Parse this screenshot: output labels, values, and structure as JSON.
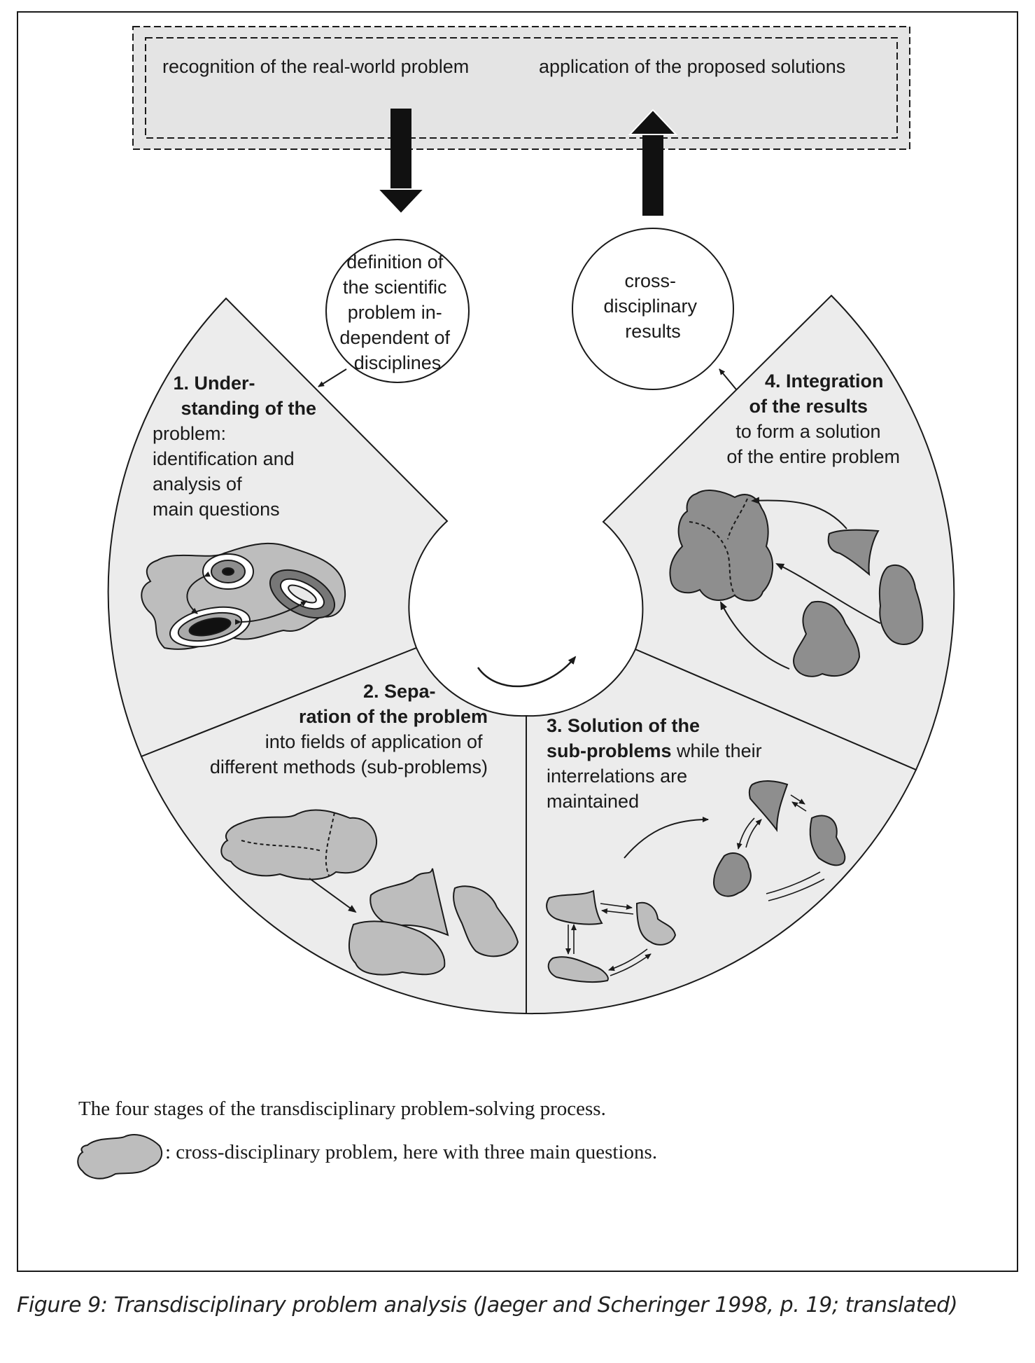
{
  "top_box": {
    "left_label": "recognition of the real-world problem",
    "right_label": "application of the proposed solutions"
  },
  "circle_left": {
    "lines": [
      "definition of",
      "the scientific",
      "problem in-",
      "dependent of",
      "disciplines"
    ]
  },
  "circle_right": {
    "lines": [
      "cross-",
      "disciplinary",
      "results"
    ]
  },
  "stage1": {
    "bold": [
      "1. Under-",
      "standing of the"
    ],
    "normal": [
      "problem:",
      "identification and",
      "analysis of",
      "main questions"
    ]
  },
  "stage2": {
    "bold": [
      "2. Sepa-",
      "ration of the problem"
    ],
    "normal": [
      "into fields of application of",
      "different methods (sub-problems)"
    ]
  },
  "stage3": {
    "l1": "3. Solution of the",
    "l2_bold": "sub-problems",
    "l2_normal": " while their",
    "l3": "interrelations are",
    "l4": "maintained"
  },
  "stage4": {
    "bold": [
      "4. Integration",
      "of the results"
    ],
    "normal": [
      "to form a solution",
      "of the entire problem"
    ]
  },
  "legend": {
    "title": "The four stages of the transdisciplinary problem-solving process.",
    "item": ": cross-disciplinary problem, here with three main questions."
  },
  "caption": "Figure 9: Transdisciplinary problem analysis (Jaeger and Scheringer 1998, p. 19; translated)",
  "colors": {
    "blob_fill": "#bdbdbd",
    "blob_dark": "#8e8e8e",
    "panel_fill": "#ececec",
    "ink": "#1a1a1a"
  }
}
